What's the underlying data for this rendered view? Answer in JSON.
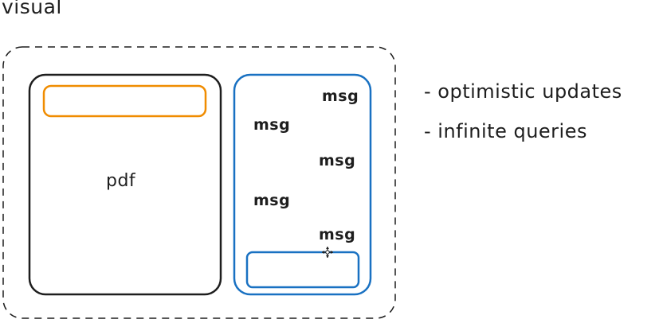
{
  "diagram": {
    "title": "visual",
    "pdf_label": "pdf",
    "messages": [
      "msg",
      "msg",
      "msg",
      "msg",
      "msg"
    ],
    "notes": [
      "- optimistic updates",
      "- infinite queries"
    ],
    "colors": {
      "stroke": "#1e1e1e",
      "header_bar": "#f08c00",
      "chat_panel": "#1971c2"
    },
    "icons": {
      "cursor": "move-cursor-icon"
    }
  }
}
